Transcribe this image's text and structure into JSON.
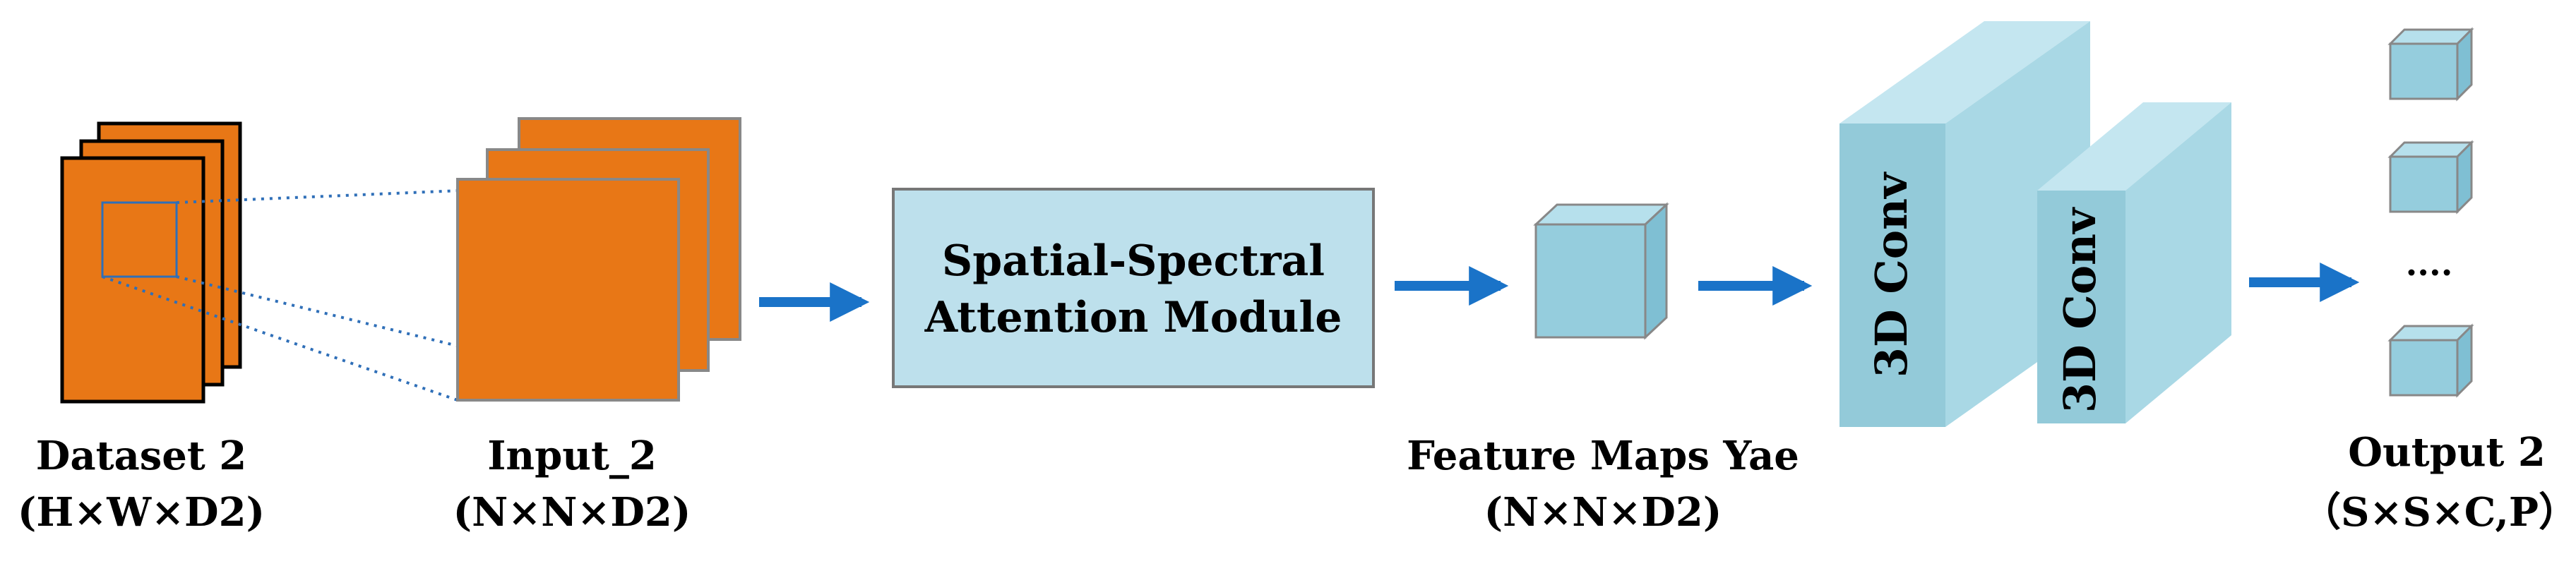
{
  "colors": {
    "orange": "#e87716",
    "light_blue": "#a9d8e5",
    "module_fill": "#bde0ec",
    "arrow_blue": "#1a73c8",
    "dotted_line_blue": "#2f6fb8"
  },
  "dataset": {
    "name": "Dataset 2",
    "dims": "(H×W×D2)"
  },
  "input": {
    "name": "Input_2",
    "dims": "(N×N×D2)"
  },
  "module": {
    "line1": "Spatial-Spectral",
    "line2": "Attention Module"
  },
  "feature_maps": {
    "name": "Feature Maps Yae",
    "dims": "(N×N×D2)"
  },
  "conv_blocks": [
    {
      "label": "3D Conv"
    },
    {
      "label": "3D Conv"
    }
  ],
  "output": {
    "name": "Output 2",
    "dims": "（S×S×C,P）",
    "ellipsis": "...."
  }
}
